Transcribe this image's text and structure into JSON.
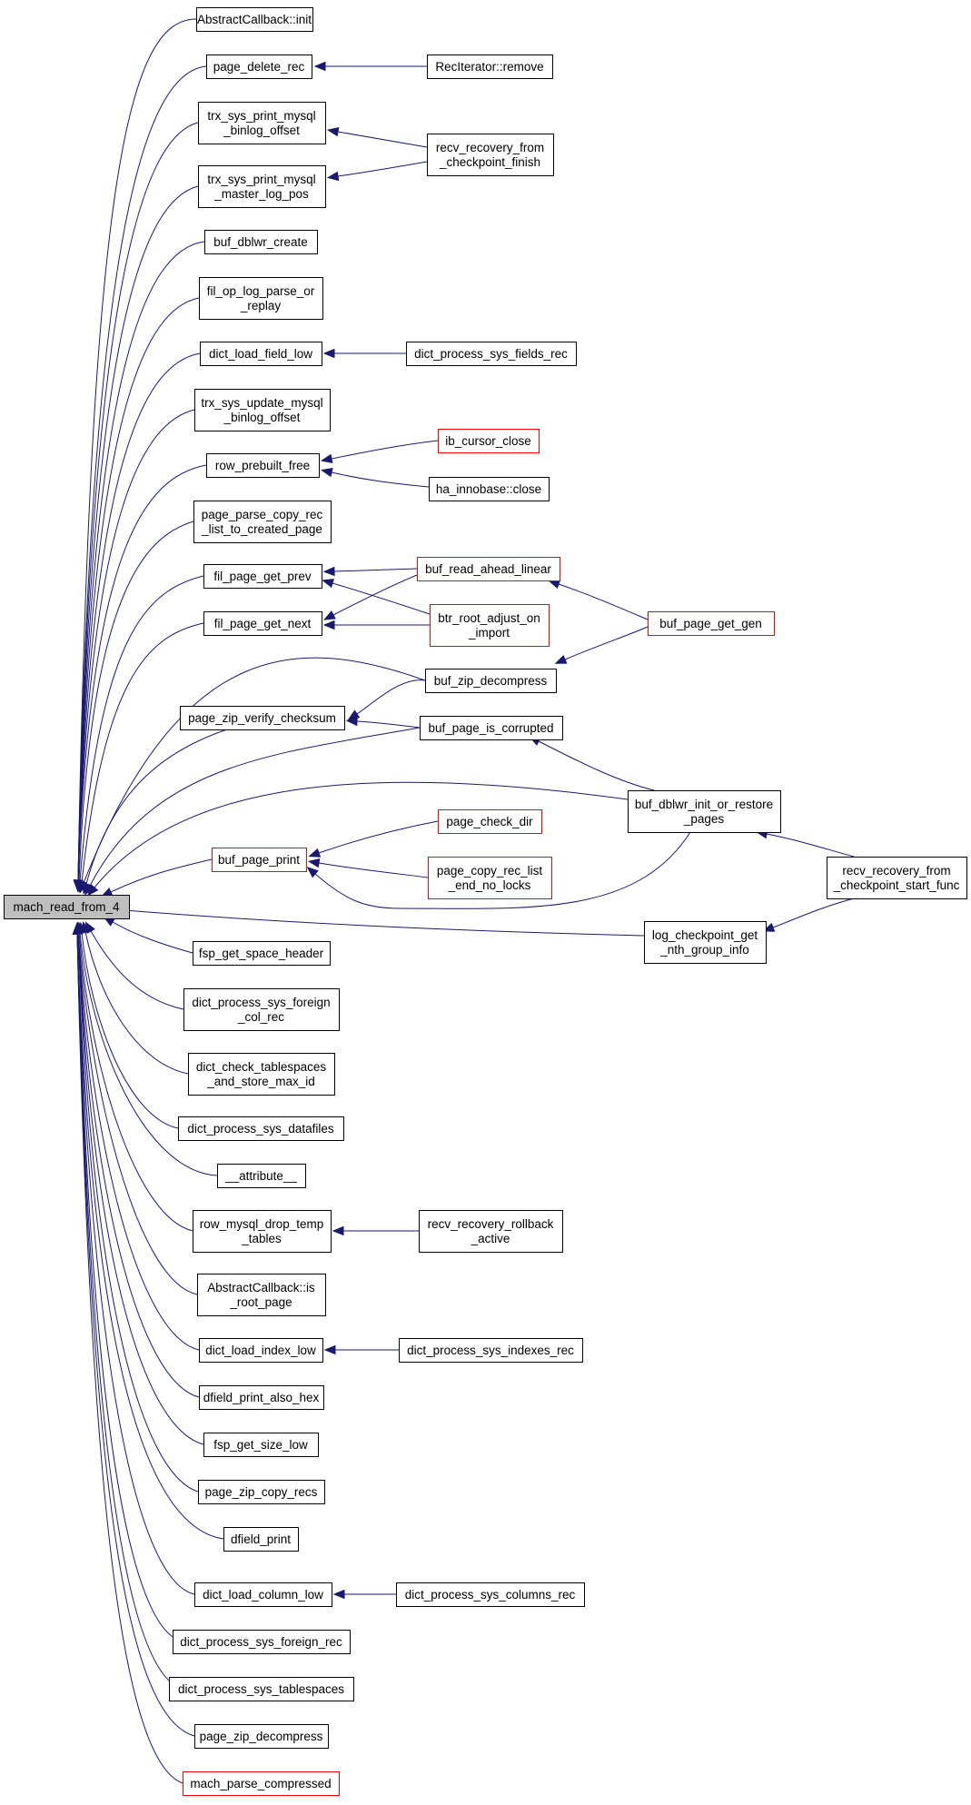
{
  "diagram": {
    "root": "mach_read_from_4",
    "colors": {
      "root_fill": "#bfbfbf",
      "node_border": "#000000",
      "truncated_border": "#ff0000",
      "edge": "#191970"
    },
    "nodes": [
      {
        "id": "root",
        "lines": [
          "mach_read_from_4"
        ],
        "style": "root"
      },
      {
        "id": "n1",
        "lines": [
          "AbstractCallback::init"
        ],
        "style": "normal"
      },
      {
        "id": "n2",
        "lines": [
          "page_delete_rec"
        ],
        "style": "normal"
      },
      {
        "id": "n3",
        "lines": [
          "RecIterator::remove"
        ],
        "style": "normal"
      },
      {
        "id": "n4",
        "lines": [
          "trx_sys_print_mysql",
          "_binlog_offset"
        ],
        "style": "normal"
      },
      {
        "id": "n5",
        "lines": [
          "recv_recovery_from",
          "_checkpoint_finish"
        ],
        "style": "normal"
      },
      {
        "id": "n6",
        "lines": [
          "trx_sys_print_mysql",
          "_master_log_pos"
        ],
        "style": "normal"
      },
      {
        "id": "n7",
        "lines": [
          "buf_dblwr_create"
        ],
        "style": "normal"
      },
      {
        "id": "n8",
        "lines": [
          "fil_op_log_parse_or",
          "_replay"
        ],
        "style": "normal"
      },
      {
        "id": "n9",
        "lines": [
          "dict_load_field_low"
        ],
        "style": "normal"
      },
      {
        "id": "n10",
        "lines": [
          "dict_process_sys_fields_rec"
        ],
        "style": "normal"
      },
      {
        "id": "n11",
        "lines": [
          "trx_sys_update_mysql",
          "_binlog_offset"
        ],
        "style": "normal"
      },
      {
        "id": "n12",
        "lines": [
          "row_prebuilt_free"
        ],
        "style": "normal"
      },
      {
        "id": "n13",
        "lines": [
          "ib_cursor_close"
        ],
        "style": "truncated"
      },
      {
        "id": "n14",
        "lines": [
          "ha_innobase::close"
        ],
        "style": "normal"
      },
      {
        "id": "n15",
        "lines": [
          "page_parse_copy_rec",
          "_list_to_created_page"
        ],
        "style": "normal"
      },
      {
        "id": "n16",
        "lines": [
          "fil_page_get_prev"
        ],
        "style": "normal"
      },
      {
        "id": "n17",
        "lines": [
          "buf_read_ahead_linear"
        ],
        "style": "truncated"
      },
      {
        "id": "n18",
        "lines": [
          "fil_page_get_next"
        ],
        "style": "normal"
      },
      {
        "id": "n19",
        "lines": [
          "btr_root_adjust_on",
          "_import"
        ],
        "style": "truncated"
      },
      {
        "id": "n20",
        "lines": [
          "buf_page_get_gen"
        ],
        "style": "truncated"
      },
      {
        "id": "n21",
        "lines": [
          "buf_zip_decompress"
        ],
        "style": "normal"
      },
      {
        "id": "n22",
        "lines": [
          "page_zip_verify_checksum"
        ],
        "style": "normal"
      },
      {
        "id": "n23",
        "lines": [
          "buf_page_is_corrupted"
        ],
        "style": "normal"
      },
      {
        "id": "n24",
        "lines": [
          "buf_dblwr_init_or_restore",
          "_pages"
        ],
        "style": "normal"
      },
      {
        "id": "n25",
        "lines": [
          "buf_page_print"
        ],
        "style": "truncated"
      },
      {
        "id": "n26",
        "lines": [
          "page_check_dir"
        ],
        "style": "truncated"
      },
      {
        "id": "n27",
        "lines": [
          "page_copy_rec_list",
          "_end_no_locks"
        ],
        "style": "truncated"
      },
      {
        "id": "n28",
        "lines": [
          "recv_recovery_from",
          "_checkpoint_start_func"
        ],
        "style": "normal"
      },
      {
        "id": "n29",
        "lines": [
          "log_checkpoint_get",
          "_nth_group_info"
        ],
        "style": "normal"
      },
      {
        "id": "n30",
        "lines": [
          "fsp_get_space_header"
        ],
        "style": "normal"
      },
      {
        "id": "n31",
        "lines": [
          "dict_process_sys_foreign",
          "_col_rec"
        ],
        "style": "normal"
      },
      {
        "id": "n32",
        "lines": [
          "dict_check_tablespaces",
          "_and_store_max_id"
        ],
        "style": "normal"
      },
      {
        "id": "n33",
        "lines": [
          "dict_process_sys_datafiles"
        ],
        "style": "normal"
      },
      {
        "id": "n34",
        "lines": [
          "__attribute__"
        ],
        "style": "normal"
      },
      {
        "id": "n35",
        "lines": [
          "row_mysql_drop_temp",
          "_tables"
        ],
        "style": "normal"
      },
      {
        "id": "n36",
        "lines": [
          "recv_recovery_rollback",
          "_active"
        ],
        "style": "normal"
      },
      {
        "id": "n37",
        "lines": [
          "AbstractCallback::is",
          "_root_page"
        ],
        "style": "normal"
      },
      {
        "id": "n38",
        "lines": [
          "dict_load_index_low"
        ],
        "style": "normal"
      },
      {
        "id": "n39",
        "lines": [
          "dict_process_sys_indexes_rec"
        ],
        "style": "normal"
      },
      {
        "id": "n40",
        "lines": [
          "dfield_print_also_hex"
        ],
        "style": "normal"
      },
      {
        "id": "n41",
        "lines": [
          "fsp_get_size_low"
        ],
        "style": "normal"
      },
      {
        "id": "n42",
        "lines": [
          "page_zip_copy_recs"
        ],
        "style": "normal"
      },
      {
        "id": "n43",
        "lines": [
          "dfield_print"
        ],
        "style": "normal"
      },
      {
        "id": "n44",
        "lines": [
          "dict_load_column_low"
        ],
        "style": "normal"
      },
      {
        "id": "n45",
        "lines": [
          "dict_process_sys_columns_rec"
        ],
        "style": "normal"
      },
      {
        "id": "n46",
        "lines": [
          "dict_process_sys_foreign_rec"
        ],
        "style": "normal"
      },
      {
        "id": "n47",
        "lines": [
          "dict_process_sys_tablespaces"
        ],
        "style": "normal"
      },
      {
        "id": "n48",
        "lines": [
          "page_zip_decompress"
        ],
        "style": "normal"
      },
      {
        "id": "n49",
        "lines": [
          "mach_parse_compressed"
        ],
        "style": "truncated"
      }
    ],
    "edges": [
      {
        "from": "n1",
        "to": "root"
      },
      {
        "from": "n2",
        "to": "root"
      },
      {
        "from": "n4",
        "to": "root"
      },
      {
        "from": "n6",
        "to": "root"
      },
      {
        "from": "n7",
        "to": "root"
      },
      {
        "from": "n8",
        "to": "root"
      },
      {
        "from": "n9",
        "to": "root"
      },
      {
        "from": "n11",
        "to": "root"
      },
      {
        "from": "n12",
        "to": "root"
      },
      {
        "from": "n15",
        "to": "root"
      },
      {
        "from": "n16",
        "to": "root"
      },
      {
        "from": "n18",
        "to": "root"
      },
      {
        "from": "n21",
        "to": "root"
      },
      {
        "from": "n22",
        "to": "root"
      },
      {
        "from": "n23",
        "to": "root"
      },
      {
        "from": "n24",
        "to": "root"
      },
      {
        "from": "n25",
        "to": "root"
      },
      {
        "from": "n29",
        "to": "root"
      },
      {
        "from": "n30",
        "to": "root"
      },
      {
        "from": "n31",
        "to": "root"
      },
      {
        "from": "n32",
        "to": "root"
      },
      {
        "from": "n33",
        "to": "root"
      },
      {
        "from": "n34",
        "to": "root"
      },
      {
        "from": "n35",
        "to": "root"
      },
      {
        "from": "n37",
        "to": "root"
      },
      {
        "from": "n38",
        "to": "root"
      },
      {
        "from": "n40",
        "to": "root"
      },
      {
        "from": "n41",
        "to": "root"
      },
      {
        "from": "n42",
        "to": "root"
      },
      {
        "from": "n43",
        "to": "root"
      },
      {
        "from": "n44",
        "to": "root"
      },
      {
        "from": "n46",
        "to": "root"
      },
      {
        "from": "n47",
        "to": "root"
      },
      {
        "from": "n48",
        "to": "root"
      },
      {
        "from": "n49",
        "to": "root"
      },
      {
        "from": "n3",
        "to": "n2"
      },
      {
        "from": "n5",
        "to": "n4"
      },
      {
        "from": "n5",
        "to": "n6"
      },
      {
        "from": "n10",
        "to": "n9"
      },
      {
        "from": "n13",
        "to": "n12"
      },
      {
        "from": "n14",
        "to": "n12"
      },
      {
        "from": "n17",
        "to": "n16"
      },
      {
        "from": "n19",
        "to": "n16"
      },
      {
        "from": "n17",
        "to": "n18"
      },
      {
        "from": "n19",
        "to": "n18"
      },
      {
        "from": "n20",
        "to": "n17"
      },
      {
        "from": "n20",
        "to": "n21"
      },
      {
        "from": "n21",
        "to": "n22"
      },
      {
        "from": "n23",
        "to": "n22"
      },
      {
        "from": "n24",
        "to": "n23"
      },
      {
        "from": "n28",
        "to": "n24"
      },
      {
        "from": "n26",
        "to": "n25"
      },
      {
        "from": "n27",
        "to": "n25"
      },
      {
        "from": "n24",
        "to": "n25"
      },
      {
        "from": "n28",
        "to": "n29"
      },
      {
        "from": "n36",
        "to": "n35"
      },
      {
        "from": "n39",
        "to": "n38"
      },
      {
        "from": "n45",
        "to": "n44"
      }
    ]
  }
}
